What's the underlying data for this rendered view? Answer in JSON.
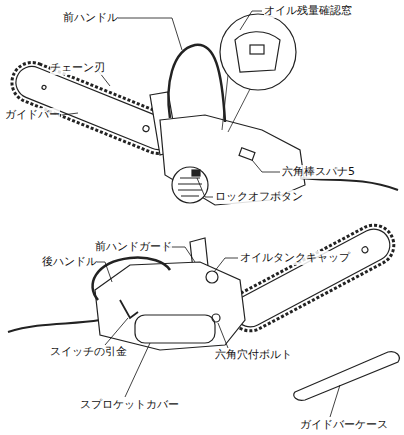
{
  "diagram": {
    "labels": [
      "前ハンドル",
      "オイル残量確認窓",
      "チェーン刃",
      "ガイドバー",
      "六角棒スパナ5",
      "ロックオフボタン",
      "前ハンドガード",
      "後ハンドル",
      "オイルタンクキャップ",
      "スイッチの引金",
      "六角穴付ボルト",
      "スプロケットカバー",
      "ガイドバーケース"
    ]
  }
}
